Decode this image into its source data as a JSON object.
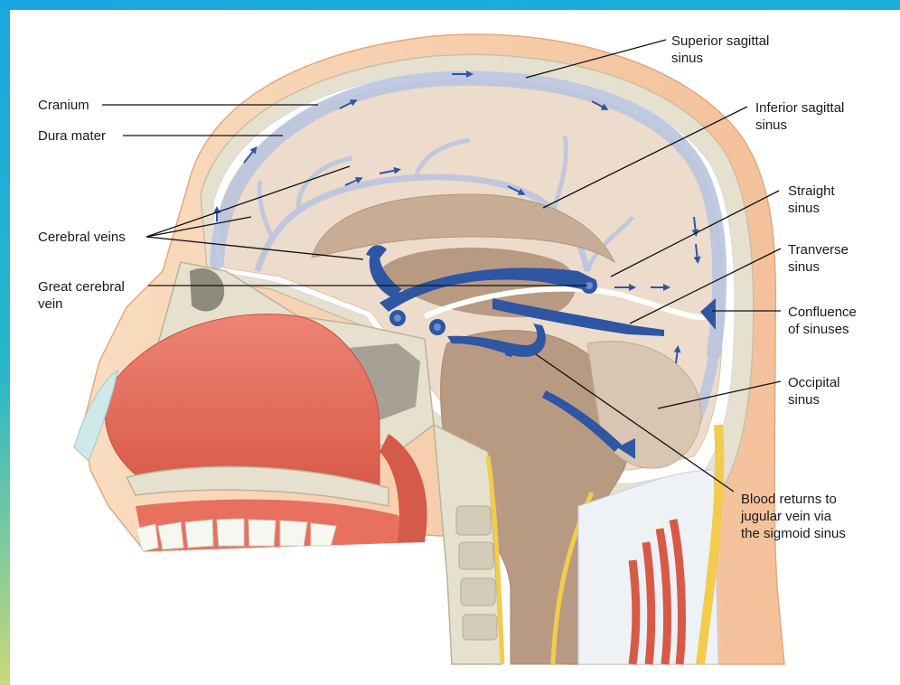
{
  "labels": {
    "cranium": "Cranium",
    "dura_mater": "Dura mater",
    "cerebral_veins": "Cerebral veins",
    "great_cerebral_vein": [
      "Great cerebral",
      "vein"
    ],
    "superior_sagittal_sinus": [
      "Superior sagittal",
      "sinus"
    ],
    "inferior_sagittal_sinus": [
      "Inferior sagittal",
      "sinus"
    ],
    "straight_sinus": [
      "Straight",
      "sinus"
    ],
    "transverse_sinus": [
      "Tranverse",
      "sinus"
    ],
    "confluence_of_sinuses": [
      "Confluence",
      "of sinuses"
    ],
    "occipital_sinus": [
      "Occipital",
      "sinus"
    ],
    "blood_returns": [
      "Blood returns to",
      "jugular vein via",
      "the sigmoid sinus"
    ]
  },
  "colors": {
    "frame": "#1aa6e0",
    "skin": "#f7cfa6",
    "bone": "#e6e0cf",
    "brain": "#eddccb",
    "deep_brain": "#b89a83",
    "sinus": "#b9c4df",
    "vein": "#2e56a3",
    "tissue_red": "#e8705e",
    "leader_line": "#111111"
  }
}
